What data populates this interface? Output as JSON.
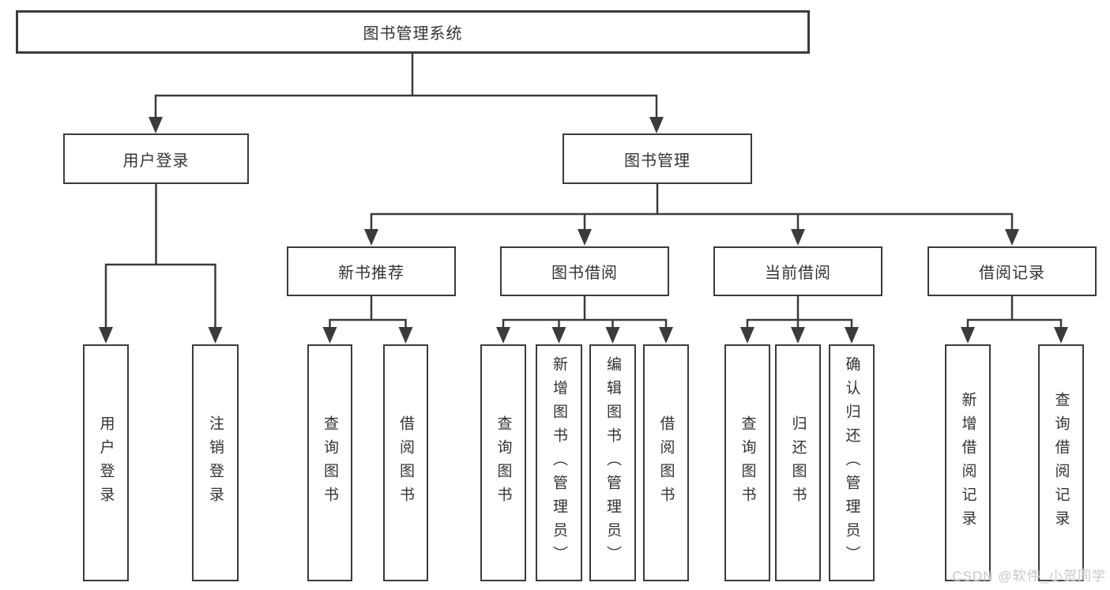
{
  "tree": {
    "root": {
      "label": "图书管理系统"
    },
    "branches": [
      {
        "label": "用户登录",
        "children": [
          {
            "label": "用户登录"
          },
          {
            "label": "注销登录"
          }
        ]
      },
      {
        "label": "图书管理",
        "children": [
          {
            "label": "新书推荐",
            "children": [
              {
                "label": "查询图书"
              },
              {
                "label": "借阅图书"
              }
            ]
          },
          {
            "label": "图书借阅",
            "children": [
              {
                "label": "查询图书"
              },
              {
                "label": "新增图书（管理员）"
              },
              {
                "label": "编辑图书（管理员）"
              },
              {
                "label": "借阅图书"
              }
            ]
          },
          {
            "label": "当前借阅",
            "children": [
              {
                "label": "查询图书"
              },
              {
                "label": "归还图书"
              },
              {
                "label": "确认归还（管理员）"
              }
            ]
          },
          {
            "label": "借阅记录",
            "children": [
              {
                "label": "新增借阅记录"
              },
              {
                "label": "查询借阅记录"
              }
            ]
          }
        ]
      }
    ]
  },
  "watermark": {
    "text": "CSDN @软件_小贺同学"
  },
  "colors": {
    "line": "#3b3b3b",
    "border": "#3b3b3b",
    "text": "#333333",
    "background": "#ffffff",
    "watermark": "#c7c7c7"
  }
}
